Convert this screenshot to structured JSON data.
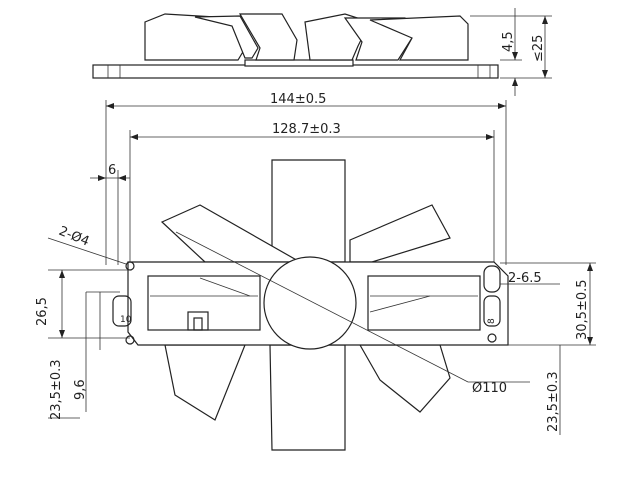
{
  "figure": {
    "dimensions": {
      "overall_width": "144±0.5",
      "hole_spacing": "128.7±0.3",
      "tab_width": "6",
      "hole_callout": "2-Ø4",
      "slot_callout": "2-6.5",
      "left_height": "26,5",
      "right_height": "30,5±0.5",
      "left_offset": "23,5±0.3",
      "right_offset": "23,5±0.3",
      "small_height": "9,6",
      "slot_small": "10",
      "slot_small_right": "8",
      "hub_diameter": "Ø110",
      "thickness": "4,5",
      "max_height": "≤25"
    }
  }
}
